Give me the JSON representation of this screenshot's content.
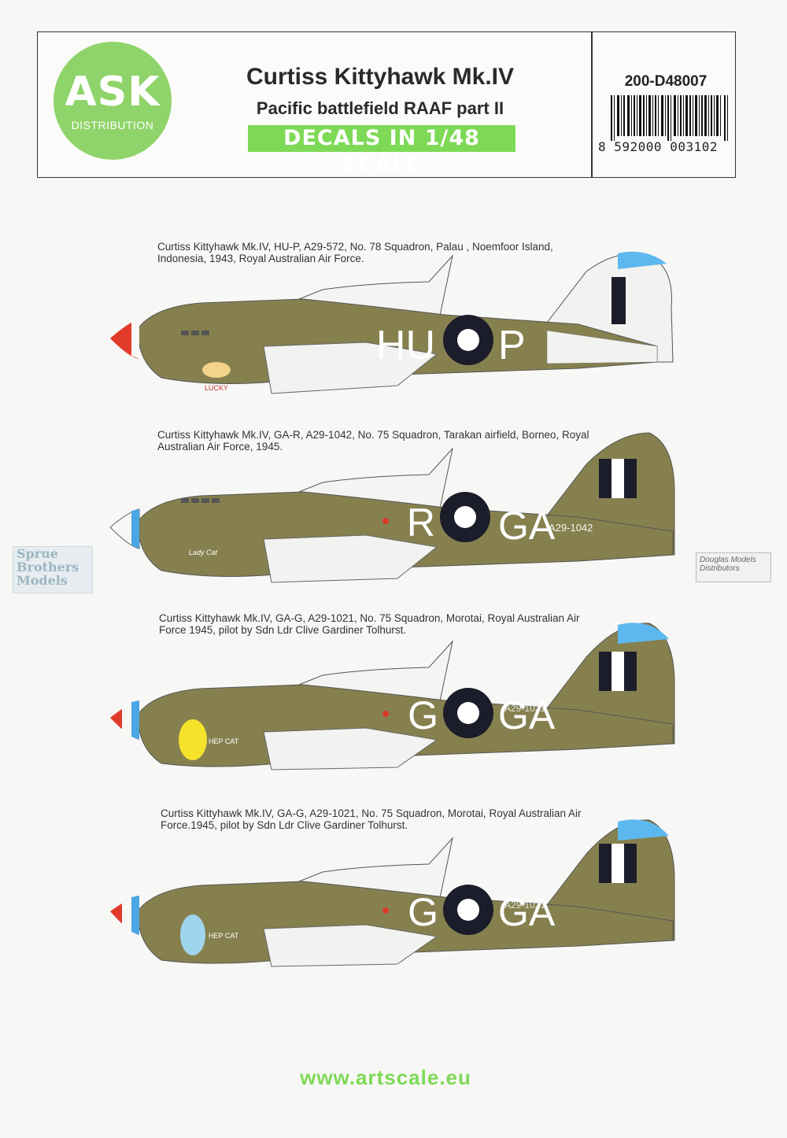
{
  "header": {
    "logo_main": "ASK",
    "logo_sub": "DISTRIBUTION",
    "title": "Curtiss Kittyhawk Mk.IV",
    "subtitle": "Pacific battlefield RAAF part II",
    "scale_badge": "DECALS IN 1/48 SCALE",
    "product_code": "200-D48007",
    "barcode_digits": "8  592000   003102"
  },
  "profiles": [
    {
      "caption": "Curtiss Kittyhawk Mk.IV, HU-P, A29-572, No. 78 Squadron, Palau , Noemfoor Island, Indonesia, 1943, Royal Australian Air Force.",
      "left_code": "HU",
      "right_code": "P",
      "serial": "",
      "nose_art": "LUCKY"
    },
    {
      "caption": "Curtiss Kittyhawk Mk.IV, GA-R, A29-1042, No. 75 Squadron, Tarakan airfield, Borneo, Royal Australian Air Force, 1945.",
      "left_code": "R",
      "right_code": "GA",
      "serial": "A29-1042",
      "nose_art": "Lady Cat"
    },
    {
      "caption": "Curtiss Kittyhawk Mk.IV, GA-G, A29-1021, No. 75 Squadron, Morotai, Royal Australian Air Force 1945, pilot by Sdn Ldr Clive Gardiner Tolhurst.",
      "left_code": "G",
      "right_code": "GA",
      "serial": "A29-1021",
      "nose_art": "HEP CAT"
    },
    {
      "caption": "Curtiss Kittyhawk Mk.IV, GA-G, A29-1021, No. 75 Squadron, Morotai, Royal Australian Air Force.1945, pilot by Sdn Ldr Clive Gardiner Tolhurst.",
      "left_code": "G",
      "right_code": "GA",
      "serial": "A29-1021",
      "nose_art": "HEP CAT"
    }
  ],
  "watermarks": {
    "left": [
      "Sprue",
      "Brothers",
      "Models"
    ],
    "right": "Douglas Models Distributors"
  },
  "footer": {
    "url": "www.artscale.eu"
  },
  "colors": {
    "olive_drab": "#86804f",
    "accent_green": "#7ed957",
    "roundel_blue": "#1b1d2a",
    "spinner_red": "#e23a2a",
    "spinner_blue": "#4aa7e3",
    "tail_blue": "#5db8ef"
  }
}
